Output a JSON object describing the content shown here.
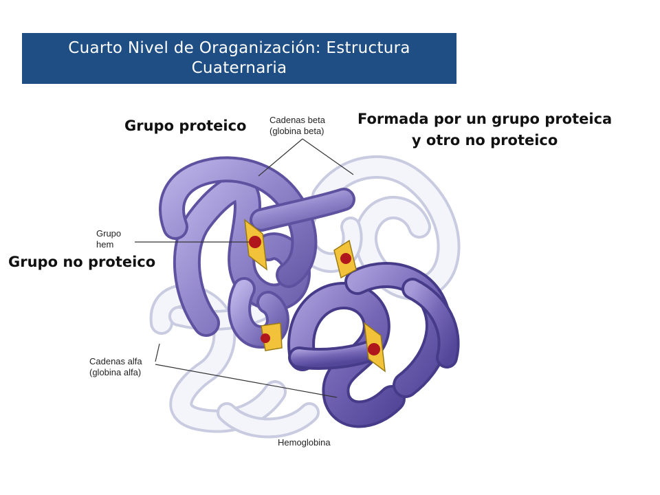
{
  "slide": {
    "title_line1": "Cuarto Nivel de Oraganización: Estructura",
    "title_line2": "Cuaternaria",
    "colors": {
      "title_bar": "#1f4e84",
      "alpha_chain": "#8f83c9",
      "beta_chain": "#edeef7",
      "heme_plate": "#f2c33a",
      "iron_atom": "#b0171c"
    }
  },
  "callouts": {
    "grupo_proteico": "Grupo proteico",
    "grupo_no_proteico": "Grupo no proteico",
    "formada_line1": "Formada por un grupo proteica",
    "formada_line2": "y otro no proteico"
  },
  "figure": {
    "beta_line1": "Cadenas beta",
    "beta_line2": "(globina beta)",
    "hem_line1": "Grupo",
    "hem_line2": "hem",
    "alfa_line1": "Cadenas alfa",
    "alfa_line2": "(globina alfa)",
    "caption": "Hemoglobina"
  }
}
